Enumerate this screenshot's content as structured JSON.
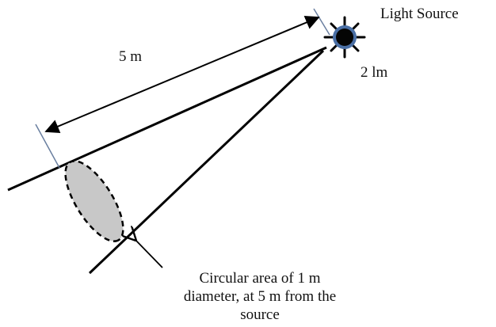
{
  "labels": {
    "light_source": "Light Source",
    "distance": "5 m",
    "flux": "2 lm",
    "caption_lines": [
      "Circular area of 1 m",
      "diameter, at 5 m from the",
      "source"
    ]
  },
  "colors": {
    "line": "#000000",
    "ellipse_fill": "#c8c8c8",
    "source_glow": "#4a6fa5",
    "tick": "#6a7fa0"
  },
  "icons": {
    "source": "light-source-icon"
  }
}
